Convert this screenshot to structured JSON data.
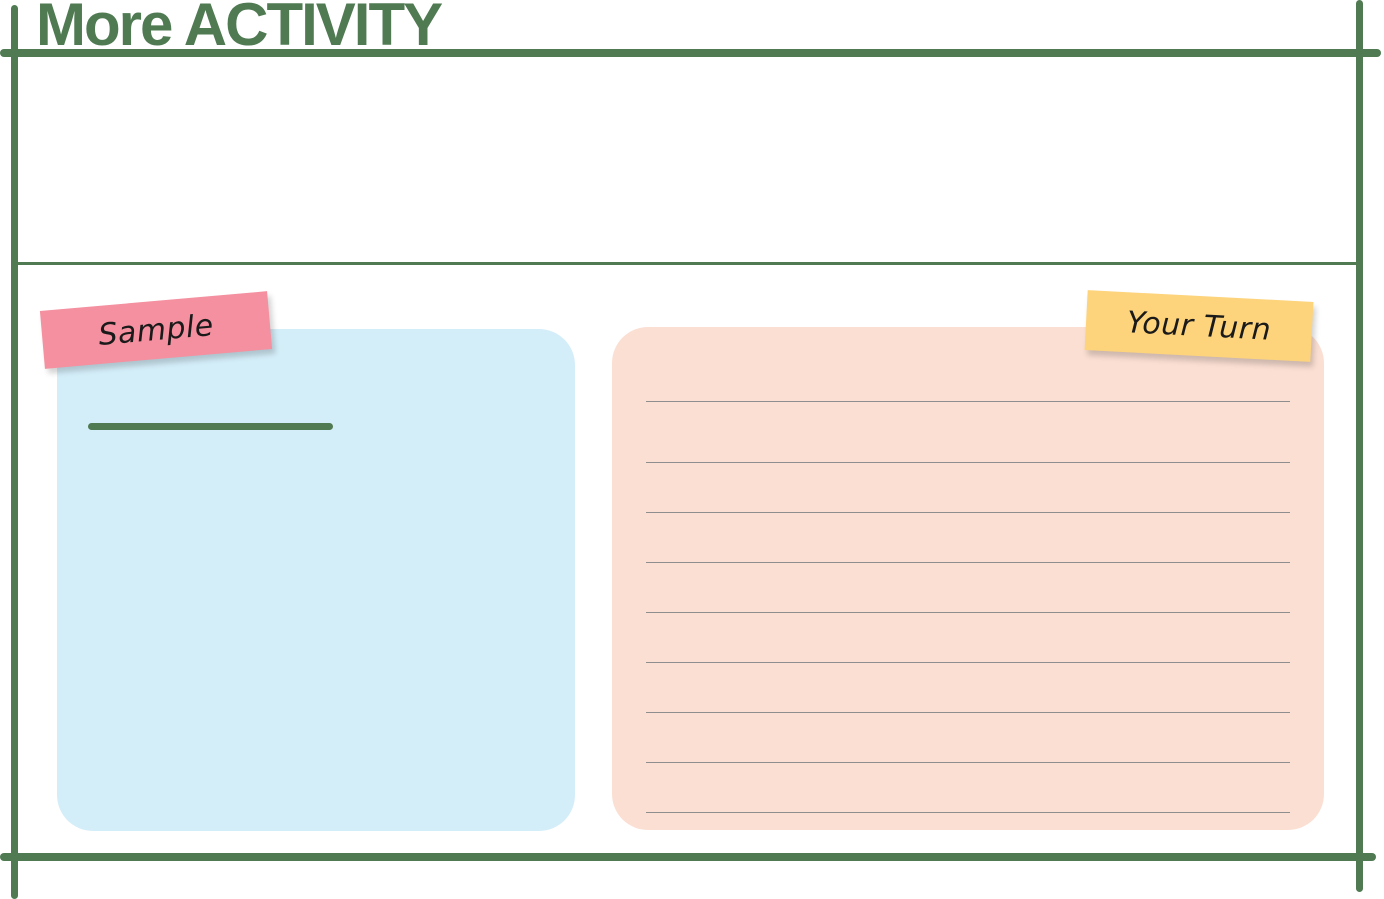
{
  "header": {
    "title": "More ACTIVITY"
  },
  "instructions": {
    "text": ""
  },
  "sample": {
    "label": "Sample"
  },
  "your_turn": {
    "label": "Your Turn",
    "writing_line_count": 9
  },
  "colors": {
    "frame": "#4f7a52",
    "sample_card": "#d4eef9",
    "turn_card": "#fbdfd3",
    "sample_tag": "#f4909f",
    "turn_tag": "#fdd47b",
    "writing_line": "#8e8e8e"
  }
}
